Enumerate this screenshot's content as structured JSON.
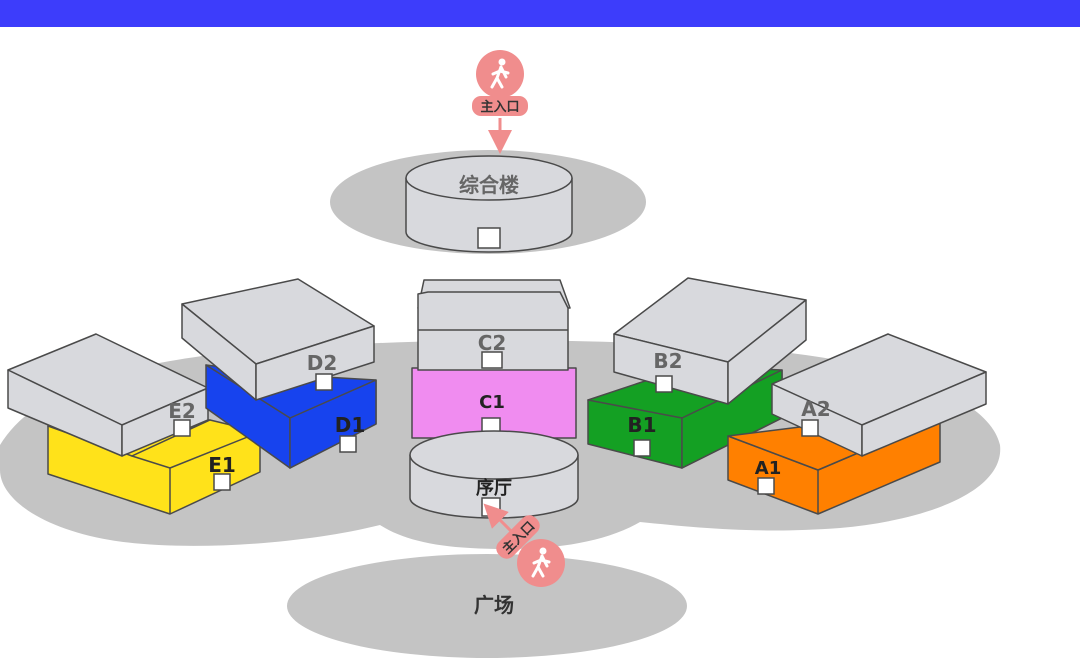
{
  "colors": {
    "top_bar": "#3d3dfb",
    "shadow": "#c4c4c4",
    "roof": "#d8d9dd",
    "outline": "#4a4a4a",
    "entrance_badge": "#f08d8d",
    "E1": "#ffe21a",
    "D1": "#1743ee",
    "C1": "#f08cf0",
    "B1": "#14a023",
    "A1": "#ff8000"
  },
  "main_entrance": {
    "icon": "pedestrian-icon",
    "label": "主入口"
  },
  "lobby_entrance": {
    "icon": "pedestrian-icon",
    "label": "主入口"
  },
  "buildings": {
    "complex": "综合楼",
    "lobby": "序厅",
    "plaza": "广场",
    "A1": "A1",
    "A2": "A2",
    "B1": "B1",
    "B2": "B2",
    "C1": "C1",
    "C2": "C2",
    "D1": "D1",
    "D2": "D2",
    "E1": "E1",
    "E2": "E2"
  }
}
